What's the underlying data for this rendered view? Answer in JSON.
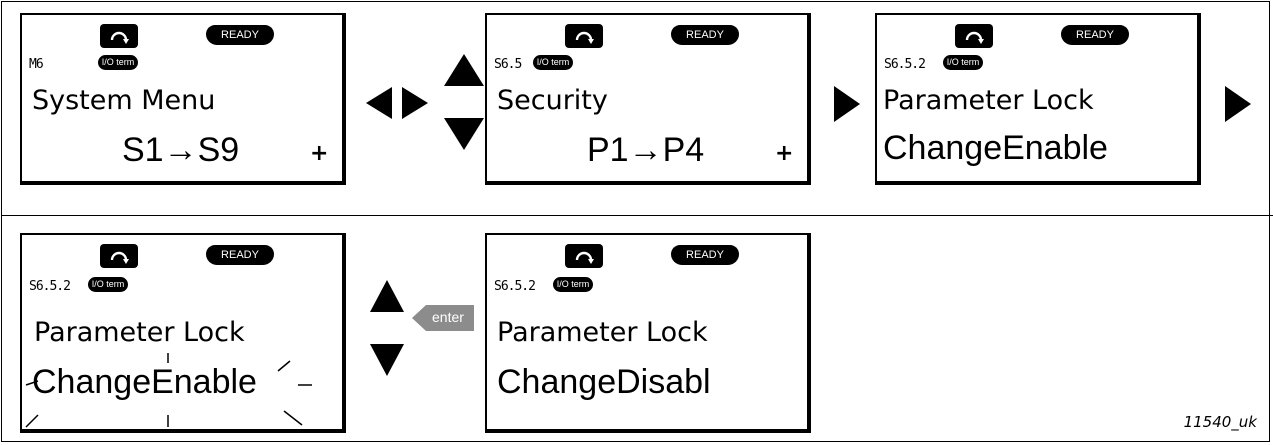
{
  "status": {
    "ready": "READY",
    "ioterm": "I/O term"
  },
  "panels": [
    {
      "code": "M6",
      "line1": "System Menu",
      "line2": "S1→S9",
      "plus": "+"
    },
    {
      "code": "S6.5",
      "line1": "Security",
      "line2": "P1→P4",
      "plus": "+"
    },
    {
      "code": "S6.5.2",
      "line1": "Parameter Lock",
      "line2": "ChangeEnable"
    },
    {
      "code": "S6.5.2",
      "line1": "Parameter Lock",
      "line2": "ChangeEnable"
    },
    {
      "code": "S6.5.2",
      "line1": "Parameter Lock",
      "line2": "ChangeDisabl"
    }
  ],
  "enter_label": "enter",
  "figure_id": "11540_uk",
  "colors": {
    "enter_tag": "#8c8c8c",
    "ink": "#000000"
  }
}
